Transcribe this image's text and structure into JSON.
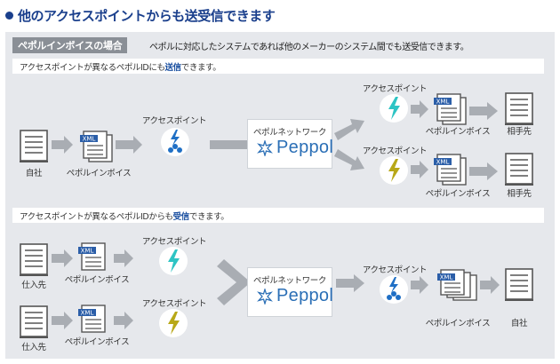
{
  "title": "他のアクセスポイントからも送受信できます",
  "header": {
    "tag": "ペポルインボイスの場合",
    "desc": "ペポルに対応したシステムであれば他のメーカーのシステム間でも送受信できます。"
  },
  "send_section": {
    "text_before": "アクセスポイントが異なるペポルIDにも",
    "highlight": "送信",
    "text_after": "できます。",
    "sender_label": "自社",
    "invoice_label": "ペポルインボイス",
    "access_point_label": "アクセスポイント",
    "network_label": "ペポルネットワーク",
    "peppol_word": "Peppol",
    "receivers": [
      {
        "access_point_label": "アクセスポイント",
        "invoice_label": "ペポルインボイス",
        "receiver_label": "相手先"
      },
      {
        "access_point_label": "アクセスポイント",
        "invoice_label": "ペポルインボイス",
        "receiver_label": "相手先"
      }
    ]
  },
  "receive_section": {
    "text_before": "アクセスポイントが異なるペポルIDからも",
    "highlight": "受信",
    "text_after": "できます。",
    "senders": [
      {
        "sender_label": "仕入先",
        "invoice_label": "ペポルインボイス",
        "access_point_label": "アクセスポイント"
      },
      {
        "sender_label": "仕入先",
        "invoice_label": "ペポルインボイス",
        "access_point_label": "アクセスポイント"
      }
    ],
    "network_label": "ペポルネットワーク",
    "peppol_word": "Peppol",
    "access_point_label": "アクセスポイント",
    "invoice_label": "ペポルインボイス",
    "receiver_label": "自社"
  },
  "file_tag": "XML",
  "colors": {
    "title": "#1a3f8c",
    "panel": "#e6e8ec",
    "arrow": "#a9adb3",
    "blue_bolt": "#1f6fc5",
    "teal_bolt": "#2ec4c4",
    "yellow_bolt": "#b8a818",
    "peppol": "#2b6fb6"
  }
}
